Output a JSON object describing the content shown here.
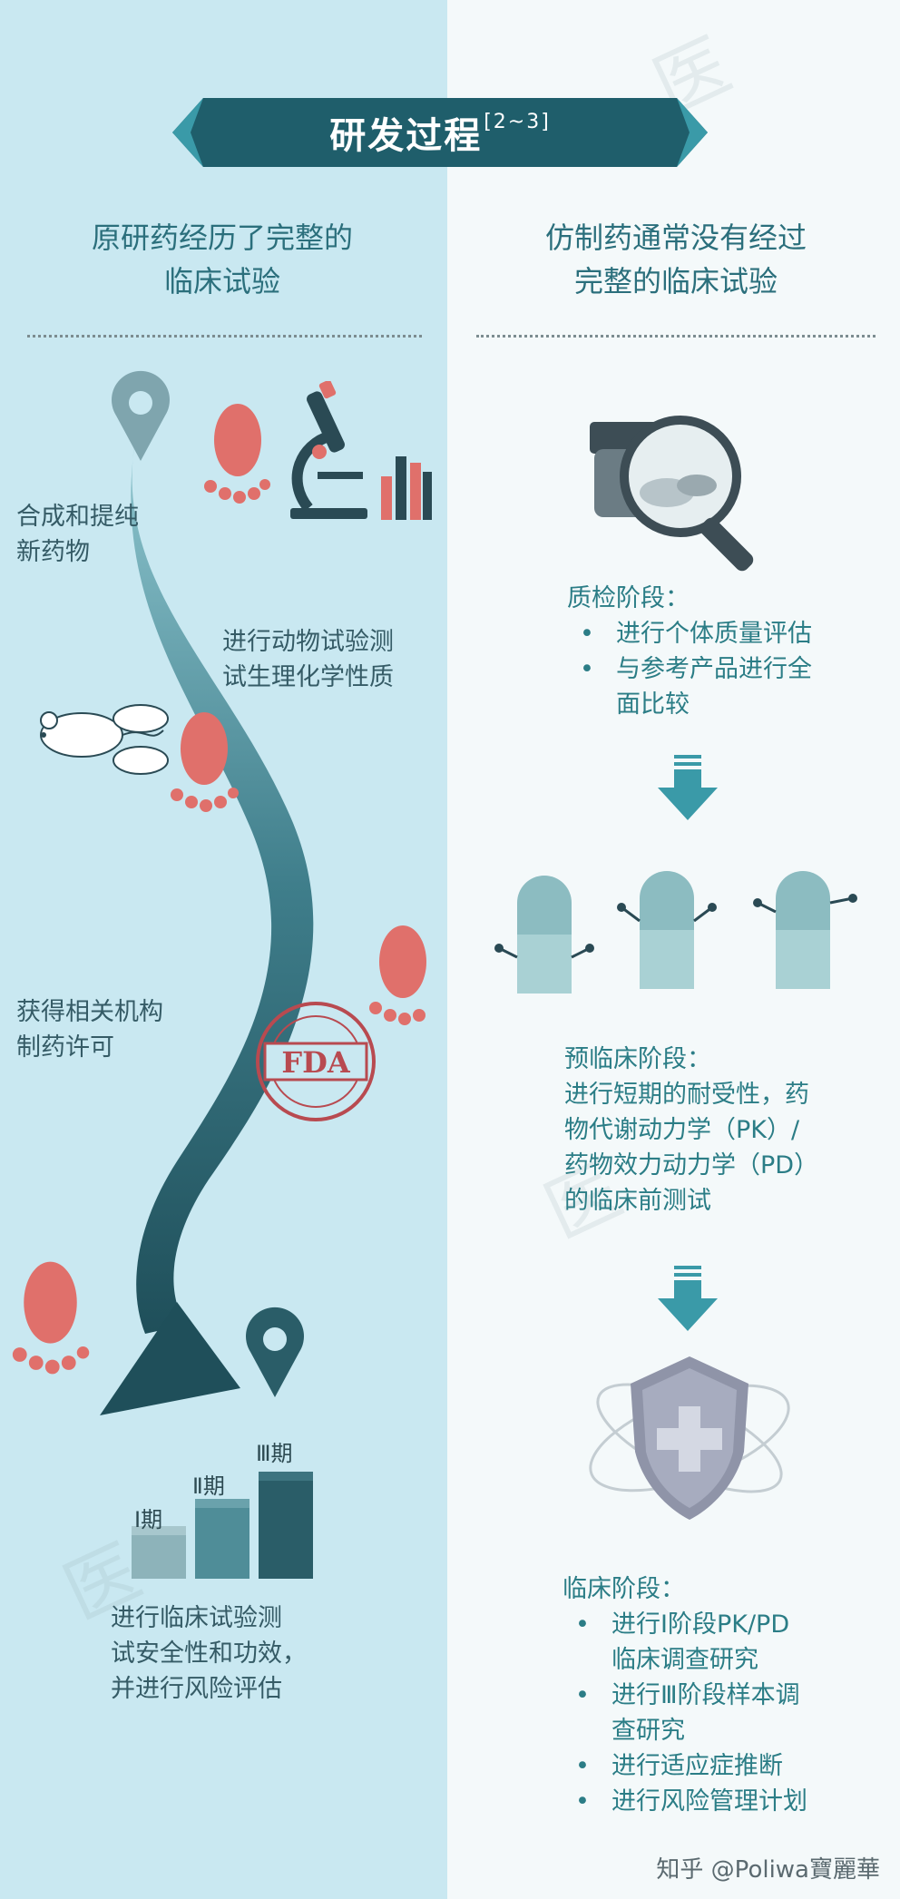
{
  "title": {
    "main": "研发过程",
    "sup": "[2~3]"
  },
  "left": {
    "heading_line1": "原研药经历了完整的",
    "heading_line2": "临床试验",
    "step1_line1": "合成和提纯",
    "step1_line2": "新药物",
    "step2_line1": "进行动物试验测",
    "step2_line2": "试生理化学性质",
    "step3_line1": "获得相关机构",
    "step3_line2": "制药许可",
    "fda_label": "FDA",
    "phases": [
      "Ⅰ期",
      "Ⅱ期",
      "Ⅲ期"
    ],
    "step4_line1": "进行临床试验测",
    "step4_line2": "试安全性和功效，",
    "step4_line3": "并进行风险评估"
  },
  "right": {
    "heading_line1": "仿制药通常没有经过",
    "heading_line2": "完整的临床试验",
    "qc": {
      "title": "质检阶段：",
      "bullet": "•",
      "items": [
        "进行个体质量评估",
        "与参考产品进行全",
        "面比较"
      ]
    },
    "preclinical": {
      "title": "预临床阶段：",
      "lines": [
        "进行短期的耐受性，药",
        "物代谢动力学（PK）/",
        "药物效力动力学（PD）",
        "的临床前测试"
      ]
    },
    "clinical": {
      "title": "临床阶段：",
      "bullet": "•",
      "items": [
        "进行Ⅰ阶段PK/PD",
        "临床调查研究",
        "进行Ⅲ阶段样本调",
        "查研究",
        "进行适应症推断",
        "进行风险管理计划"
      ]
    }
  },
  "footer": "知乎 @Poliwa寶麗華",
  "colors": {
    "left_bg": "#c9e8f1",
    "right_bg": "#f4f9fa",
    "banner": "#1f5e6b",
    "teal": "#2b7d86",
    "foot": "#e0706b"
  },
  "icons": [
    "location-pin-icon",
    "footprint-icon",
    "microscope-icon",
    "test-tubes-icon",
    "mouse-icon",
    "fda-stamp-icon",
    "magnifier-icon",
    "pill-capsule-icon",
    "shield-cross-icon",
    "down-arrow-icon",
    "bar-steps-icon"
  ]
}
